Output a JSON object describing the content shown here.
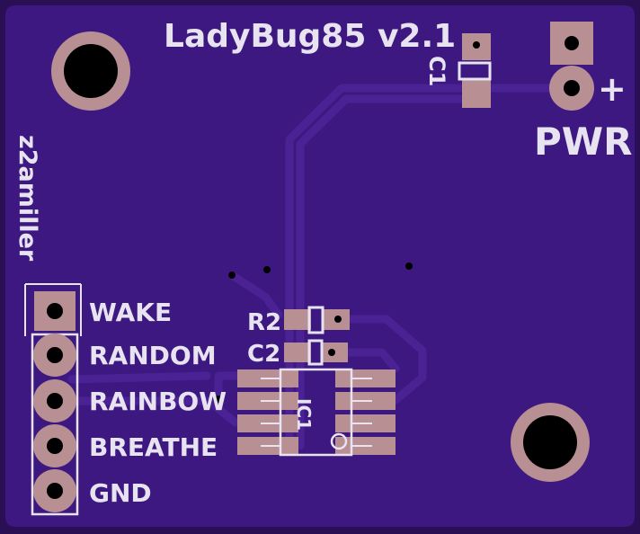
{
  "board": {
    "title": "LadyBug85 v2.1",
    "author": "z2amiller",
    "colors": {
      "substrate": "#2a0f55",
      "soldermask": "#3d1880",
      "trace": "#4a2294",
      "pad": "#b88f93",
      "hole": "#000000",
      "silkscreen": "#e8e3f0"
    }
  },
  "components": {
    "c1": "C1",
    "r2": "R2",
    "c2": "C2",
    "ic1": "IC1"
  },
  "power": {
    "label": "PWR",
    "plus": "+"
  },
  "header_pins": [
    "WAKE",
    "RANDOM",
    "RAINBOW",
    "BREATHE",
    "GND"
  ]
}
